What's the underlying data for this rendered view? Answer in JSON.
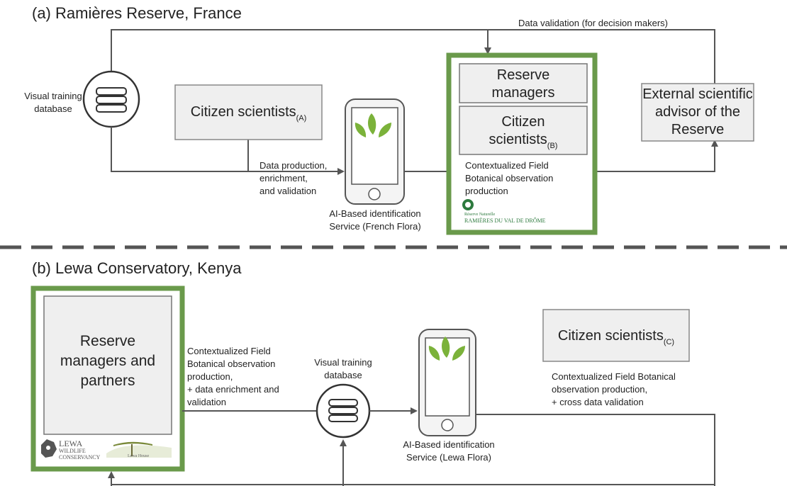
{
  "section_a": {
    "title": "(a) Ramières Reserve, France",
    "db_label_line1": "Visual training",
    "db_label_line2": "database",
    "citizen_a": "Citizen scientists",
    "citizen_a_sub": "(A)",
    "data_validation": "Data validation (for decision makers)",
    "data_production_1": "Data production,",
    "data_production_2": "enrichment,",
    "data_production_3": "and validation",
    "ai_service_1": "AI-Based identification",
    "ai_service_2": "Service (French Flora)",
    "reserve_managers_1": "Reserve",
    "reserve_managers_2": "managers",
    "citizen_b_1": "Citizen",
    "citizen_b_2": "scientists",
    "citizen_b_sub": "(B)",
    "context_1": "Contextualized Field",
    "context_2": "Botanical observation",
    "context_3": "production",
    "logo_small": "Réserve Naturelle",
    "logo_name": "RAMIÈRES DU VAL DE DRÔME",
    "advisor_1": "External scientific",
    "advisor_2": "advisor of the",
    "advisor_3": "Reserve"
  },
  "section_b": {
    "title": "(b) Lewa Conservatory, Kenya",
    "managers_1": "Reserve",
    "managers_2": "managers and",
    "managers_3": "partners",
    "context_1": "Contextualized Field",
    "context_2": "Botanical observation",
    "context_3": "production,",
    "context_4": "+ data enrichment and",
    "context_5": "validation",
    "db_label_1": "Visual training",
    "db_label_2": "database",
    "ai_service_1": "AI-Based identification",
    "ai_service_2": "Service (Lewa Flora)",
    "citizen_c": "Citizen scientists",
    "citizen_c_sub": "(C)",
    "cross_1": "Contextualized Field Botanical",
    "cross_2": "observation production,",
    "cross_3": "+ cross data validation",
    "lewa_logo_1": "LEWA",
    "lewa_logo_2": "WILDLIFE",
    "lewa_logo_3": "CONSERVANCY",
    "lewa_house": "Lewa House"
  },
  "colors": {
    "accent_green": "#6a9a4b",
    "box_fill": "#efefef",
    "line": "#555555",
    "leaf_green": "#7bb23a"
  }
}
